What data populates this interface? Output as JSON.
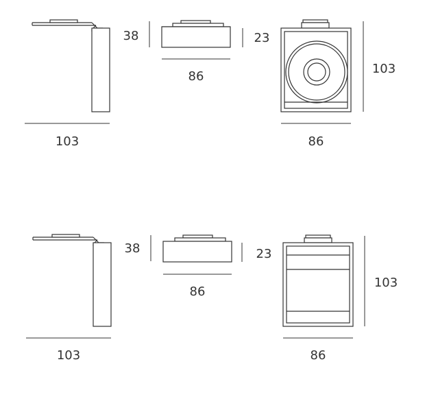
{
  "drawings": [
    {
      "name": "top-row",
      "side_width": "103",
      "front_height": "38",
      "front_width": "86",
      "back_height": "23",
      "back_width": "86",
      "back_depth": "103"
    },
    {
      "name": "bottom-row",
      "side_width": "103",
      "front_height": "38",
      "front_width": "86",
      "back_height": "23",
      "back_width": "86",
      "back_depth": "103"
    }
  ],
  "colors": {
    "line": "#333333",
    "background": "#ffffff"
  }
}
